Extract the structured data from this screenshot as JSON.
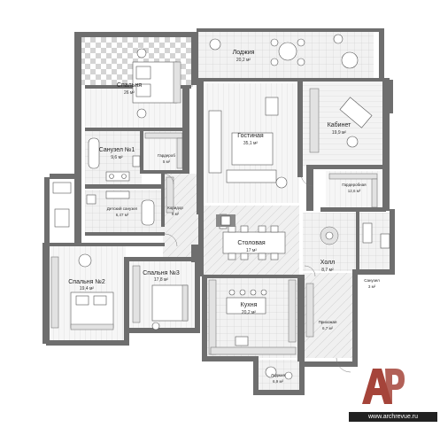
{
  "rooms": {
    "loggia_top": {
      "name": "Лоджия",
      "area": "20,2 м²"
    },
    "bedroom": {
      "name": "Спальня",
      "area": "26 м²"
    },
    "living": {
      "name": "Гостиная",
      "area": "35,1 м²"
    },
    "study": {
      "name": "Кабинет",
      "area": "19,9 м²"
    },
    "bath1": {
      "name": "Санузел №1",
      "area": "9,6 м²"
    },
    "wardrobe1": {
      "name": "Гардероб",
      "area": "5 м²"
    },
    "wardrobe_room": {
      "name": "Гардеробная",
      "area": "12,6 м²"
    },
    "kids_bath": {
      "name": "Детский санузел",
      "area": "6,47 м²"
    },
    "corridor": {
      "name": "Коридор",
      "area": "9 м²"
    },
    "dining": {
      "name": "Столовая",
      "area": "17 м²"
    },
    "hall": {
      "name": "Холл",
      "area": "8,7 м²"
    },
    "bedroom2": {
      "name": "Спальня №2",
      "area": "19,4 м²"
    },
    "bedroom3": {
      "name": "Спальня №3",
      "area": "17,8 м²"
    },
    "bath2": {
      "name": "Санузел",
      "area": "3 м²"
    },
    "kitchen": {
      "name": "Кухня",
      "area": "20,2 м²"
    },
    "entrance": {
      "name": "Прихожая",
      "area": "6,7 м²"
    },
    "loggia_bottom": {
      "name": "Лоджия",
      "area": "6,9 м²"
    }
  },
  "logo": {
    "text": "AP",
    "color": "#a5443a"
  },
  "watermark": "www.archrevue.ru"
}
